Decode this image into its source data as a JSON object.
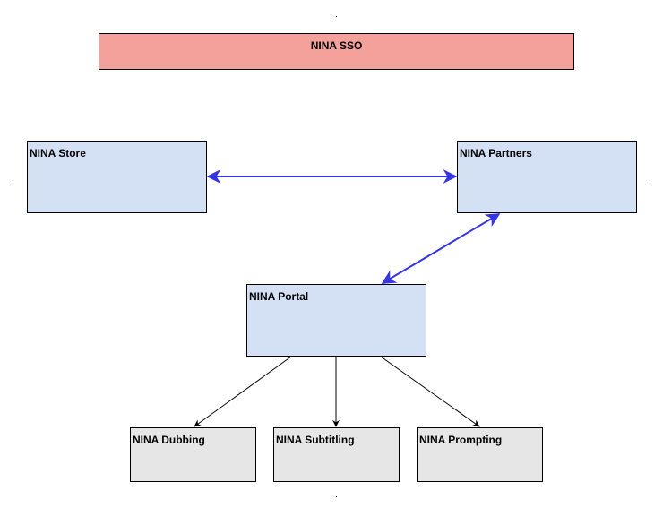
{
  "colors": {
    "sso_fill": "#f4a09b",
    "service_fill": "#d4e1f5",
    "product_fill": "#e6e6e6",
    "link_blue": "#3535e3",
    "edge_black": "#000000"
  },
  "nodes": {
    "sso": {
      "label": "NINA SSO"
    },
    "store": {
      "label": "NINA Store"
    },
    "partners": {
      "label": "NINA Partners"
    },
    "portal": {
      "label": "NINA Portal"
    },
    "dubbing": {
      "label": "NINA Dubbing"
    },
    "subtitling": {
      "label": "NINA Subtitling"
    },
    "prompting": {
      "label": "NINA Prompting"
    }
  },
  "edges": [
    {
      "from": "store",
      "to": "partners",
      "style": "bidirectional",
      "color": "link_blue"
    },
    {
      "from": "partners",
      "to": "portal",
      "style": "bidirectional",
      "color": "link_blue"
    },
    {
      "from": "portal",
      "to": "dubbing",
      "style": "directed",
      "color": "edge_black"
    },
    {
      "from": "portal",
      "to": "subtitling",
      "style": "directed",
      "color": "edge_black"
    },
    {
      "from": "portal",
      "to": "prompting",
      "style": "directed",
      "color": "edge_black"
    }
  ]
}
